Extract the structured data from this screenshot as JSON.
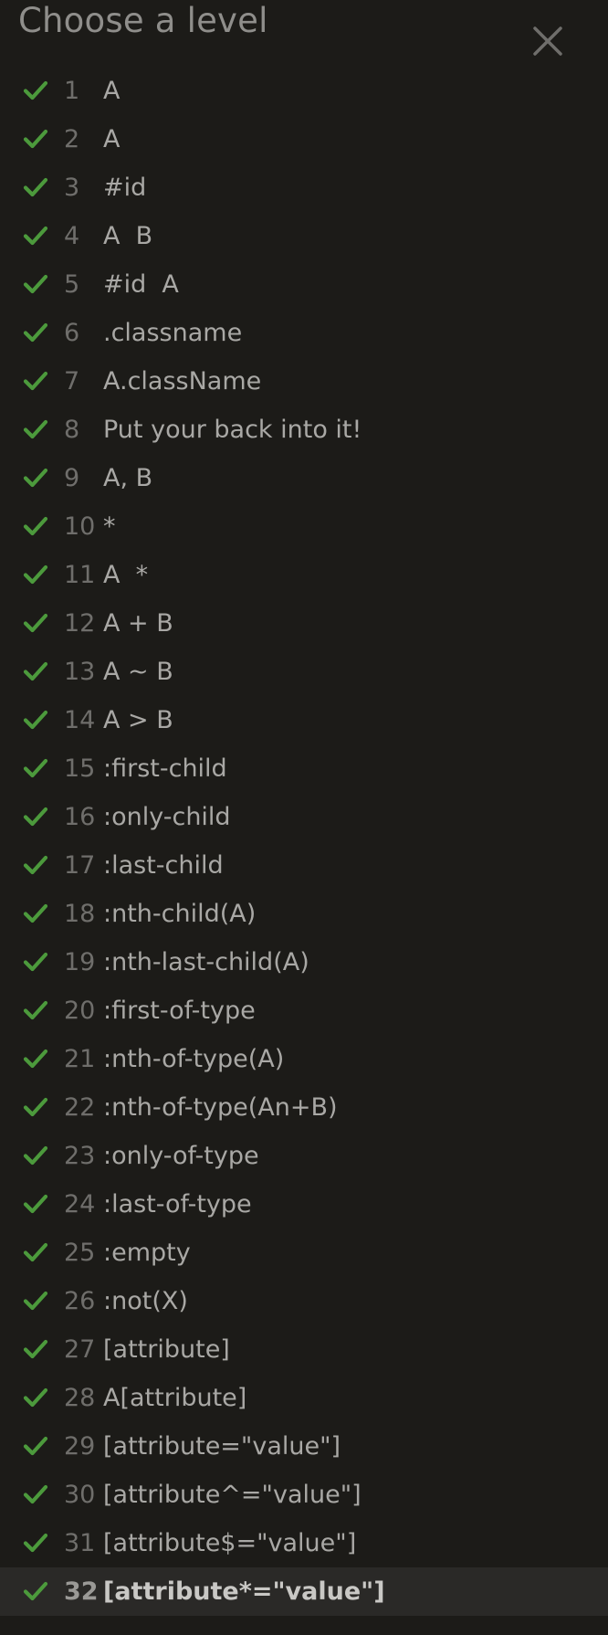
{
  "header": {
    "title": "Choose a level",
    "close_icon": "close-icon"
  },
  "colors": {
    "background": "#1c1b18",
    "check": "#4c9a3c",
    "current_row": "#2a2927"
  },
  "levels": [
    {
      "number": "1",
      "selector": "A",
      "completed": true
    },
    {
      "number": "2",
      "selector": "A",
      "completed": true
    },
    {
      "number": "3",
      "selector": "#id",
      "completed": true
    },
    {
      "number": "4",
      "selector": "A  B",
      "completed": true
    },
    {
      "number": "5",
      "selector": "#id  A",
      "completed": true
    },
    {
      "number": "6",
      "selector": ".classname",
      "completed": true
    },
    {
      "number": "7",
      "selector": "A.className",
      "completed": true
    },
    {
      "number": "8",
      "selector": "Put your back into it!",
      "completed": true
    },
    {
      "number": "9",
      "selector": "A, B",
      "completed": true
    },
    {
      "number": "10",
      "selector": "*",
      "completed": true
    },
    {
      "number": "11",
      "selector": "A  *",
      "completed": true
    },
    {
      "number": "12",
      "selector": "A + B",
      "completed": true
    },
    {
      "number": "13",
      "selector": "A ~ B",
      "completed": true
    },
    {
      "number": "14",
      "selector": "A > B",
      "completed": true
    },
    {
      "number": "15",
      "selector": ":first-child",
      "completed": true
    },
    {
      "number": "16",
      "selector": ":only-child",
      "completed": true
    },
    {
      "number": "17",
      "selector": ":last-child",
      "completed": true
    },
    {
      "number": "18",
      "selector": ":nth-child(A)",
      "completed": true
    },
    {
      "number": "19",
      "selector": ":nth-last-child(A)",
      "completed": true
    },
    {
      "number": "20",
      "selector": ":first-of-type",
      "completed": true
    },
    {
      "number": "21",
      "selector": ":nth-of-type(A)",
      "completed": true
    },
    {
      "number": "22",
      "selector": ":nth-of-type(An+B)",
      "completed": true
    },
    {
      "number": "23",
      "selector": ":only-of-type",
      "completed": true
    },
    {
      "number": "24",
      "selector": ":last-of-type",
      "completed": true
    },
    {
      "number": "25",
      "selector": ":empty",
      "completed": true
    },
    {
      "number": "26",
      "selector": ":not(X)",
      "completed": true
    },
    {
      "number": "27",
      "selector": "[attribute]",
      "completed": true
    },
    {
      "number": "28",
      "selector": "A[attribute]",
      "completed": true
    },
    {
      "number": "29",
      "selector": "[attribute=\"value\"]",
      "completed": true
    },
    {
      "number": "30",
      "selector": "[attribute^=\"value\"]",
      "completed": true
    },
    {
      "number": "31",
      "selector": "[attribute$=\"value\"]",
      "completed": true
    },
    {
      "number": "32",
      "selector": "[attribute*=\"value\"]",
      "completed": true,
      "current": true
    }
  ]
}
